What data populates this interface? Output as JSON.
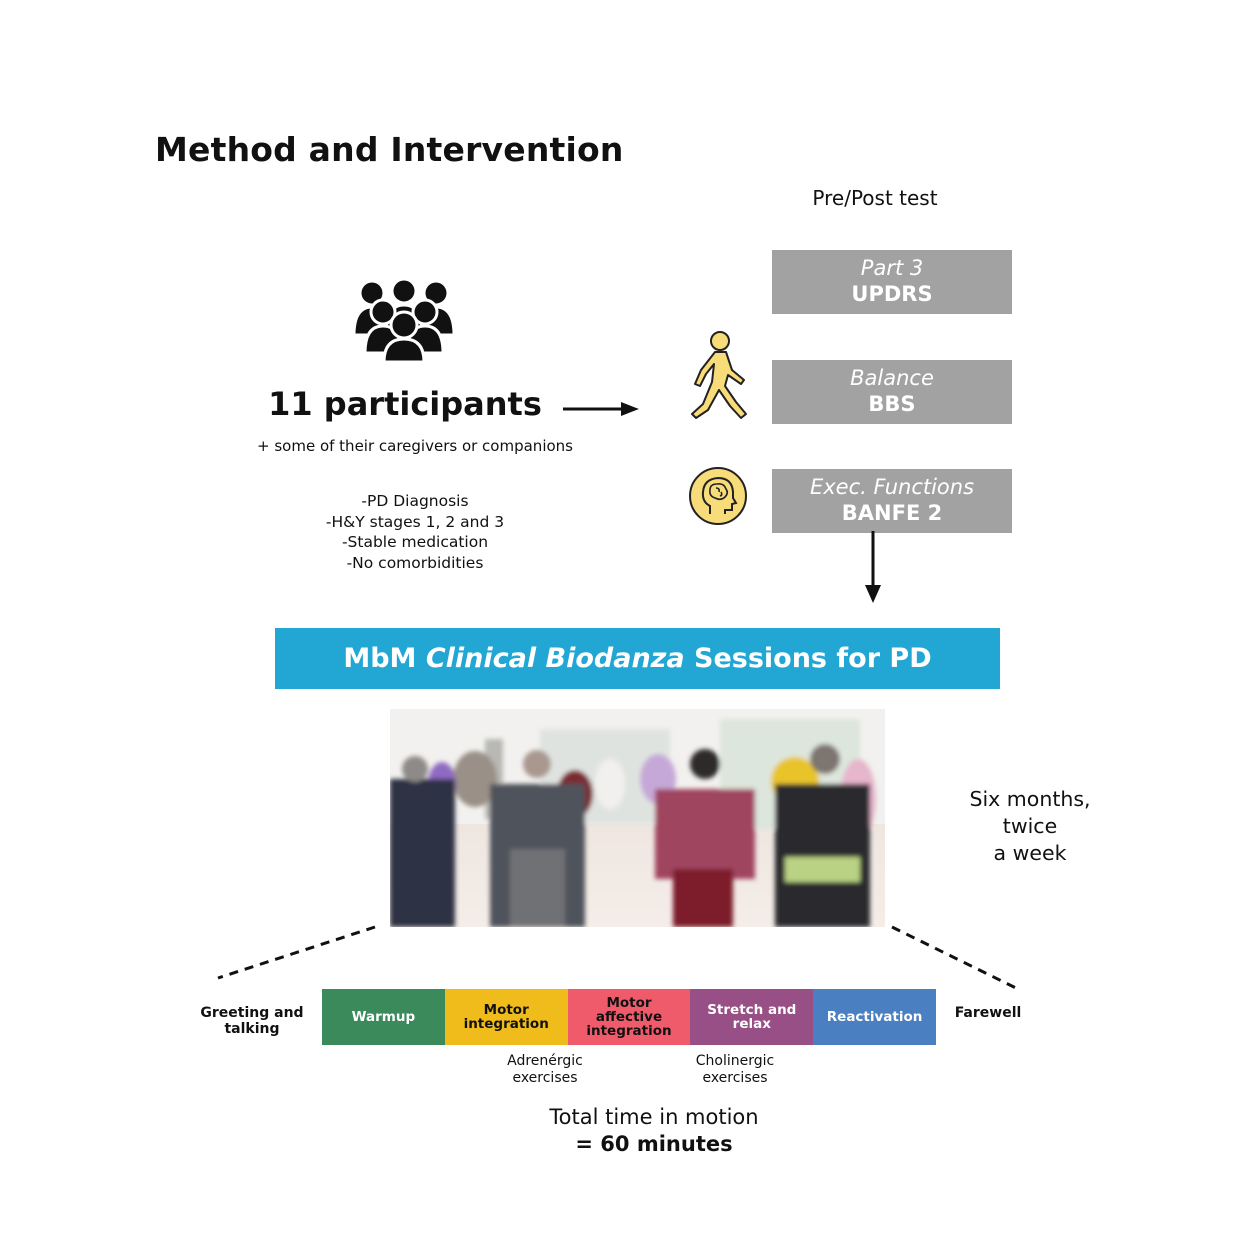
{
  "title": "Method and Intervention",
  "participants": {
    "icon": "group-people-icon",
    "count_label": "11 participants",
    "companions": "+ some of their caregivers or companions",
    "criteria": [
      "-PD Diagnosis",
      "-H&Y stages 1, 2 and 3",
      "-Stable medication",
      "-No comorbidities"
    ]
  },
  "tests": {
    "heading": "Pre/Post test",
    "items": [
      {
        "sub": "Part 3",
        "main": "UPDRS",
        "icon": null
      },
      {
        "sub": "Balance",
        "main": "BBS",
        "icon": "walking-person-icon"
      },
      {
        "sub": "Exec. Functions",
        "main": "BANFE 2",
        "icon": "brain-head-icon"
      }
    ],
    "box_color": "#a2a2a2"
  },
  "banner": {
    "prefix": "MbM ",
    "italic": "Clinical Biodanza",
    "suffix": " Sessions for PD",
    "color": "#22a7d5"
  },
  "photo": {
    "description": "Group of older adults holding hands in a circle dance (faces blurred)"
  },
  "duration": [
    "Six months,",
    "twice",
    "a week"
  ],
  "session": {
    "before": "Greeting and talking",
    "after": "Farewell",
    "segments": [
      {
        "label": "Warmup",
        "color": "#3a8a5c",
        "text_color": "#ffffff"
      },
      {
        "label": "Motor integration",
        "color": "#f0bc1c",
        "text_color": "#111111"
      },
      {
        "label": "Motor affective integration",
        "color": "#ef5b6a",
        "text_color": "#111111"
      },
      {
        "label": "Stretch and relax",
        "color": "#974f85",
        "text_color": "#ffffff"
      },
      {
        "label": "Reactivation",
        "color": "#4a80c2",
        "text_color": "#ffffff"
      }
    ],
    "notes": [
      {
        "text": "Adrenérgic exercises",
        "under": "Motor integration"
      },
      {
        "text": "Cholinergic exercises",
        "under": "Stretch and relax"
      }
    ],
    "total_line1": "Total time in motion",
    "total_line2": "= 60 minutes"
  }
}
